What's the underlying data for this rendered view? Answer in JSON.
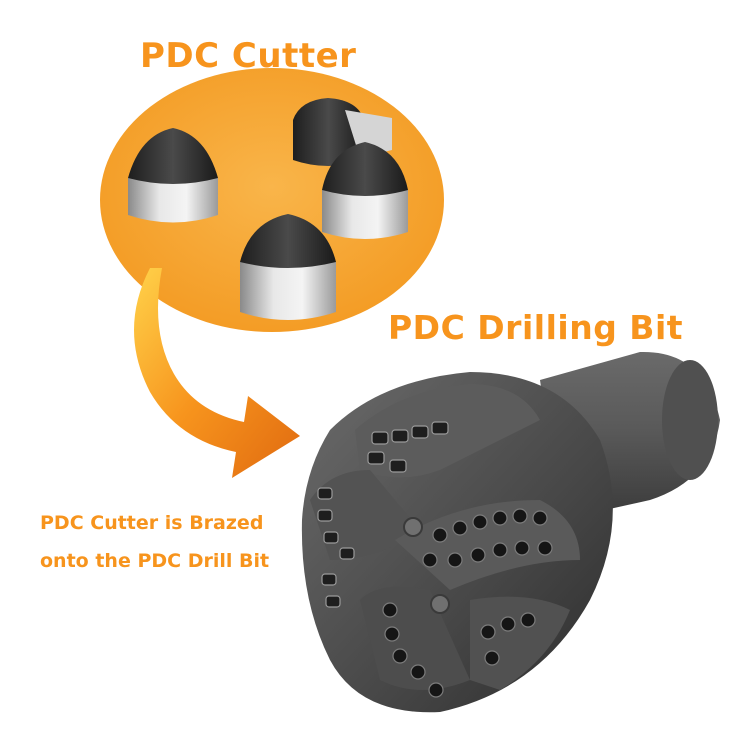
{
  "colors": {
    "accent": "#f7941d",
    "accent_dark": "#e07010",
    "disc": "#f5a531",
    "carbide": "#c8c8c8",
    "diamond_cap": "#2d2d2d",
    "bit_body": "#4a4a4a"
  },
  "titles": {
    "cutter": "PDC Cutter",
    "bit": "PDC Drilling Bit"
  },
  "caption": {
    "line1": "PDC Cutter is Brazed",
    "line2": "onto the PDC Drill Bit"
  },
  "icons": {
    "arrow": "curved-arrow-icon"
  }
}
